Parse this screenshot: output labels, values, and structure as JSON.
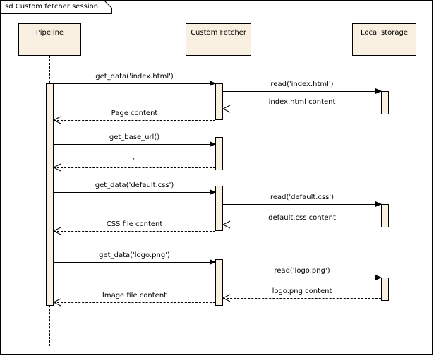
{
  "diagram": {
    "kind": "uml-sequence-diagram",
    "frame_title": "sd Custom fetcher session",
    "colors": {
      "box_fill": "#faf0e1",
      "line": "#000000",
      "background": "#ffffff"
    },
    "lifelines": [
      {
        "id": "pipeline",
        "label": "Pipeline"
      },
      {
        "id": "custom_fetcher",
        "label": "Custom Fetcher"
      },
      {
        "id": "local_storage",
        "label": "Local storage"
      }
    ],
    "messages": [
      {
        "id": "m1",
        "label": "get_data('index.html')",
        "from": "pipeline",
        "to": "custom_fetcher",
        "type": "call"
      },
      {
        "id": "m2",
        "label": "read('index.html')",
        "from": "custom_fetcher",
        "to": "local_storage",
        "type": "call"
      },
      {
        "id": "m3",
        "label": "index.html content",
        "from": "local_storage",
        "to": "custom_fetcher",
        "type": "return"
      },
      {
        "id": "m4",
        "label": "Page content",
        "from": "custom_fetcher",
        "to": "pipeline",
        "type": "return"
      },
      {
        "id": "m5",
        "label": "get_base_url()",
        "from": "pipeline",
        "to": "custom_fetcher",
        "type": "call"
      },
      {
        "id": "m6",
        "label": "\"",
        "from": "custom_fetcher",
        "to": "pipeline",
        "type": "return"
      },
      {
        "id": "m7",
        "label": "get_data('default.css')",
        "from": "pipeline",
        "to": "custom_fetcher",
        "type": "call"
      },
      {
        "id": "m8",
        "label": "read('default.css')",
        "from": "custom_fetcher",
        "to": "local_storage",
        "type": "call"
      },
      {
        "id": "m9",
        "label": "default.css content",
        "from": "local_storage",
        "to": "custom_fetcher",
        "type": "return"
      },
      {
        "id": "m10",
        "label": "CSS file content",
        "from": "custom_fetcher",
        "to": "pipeline",
        "type": "return"
      },
      {
        "id": "m11",
        "label": "get_data('logo.png')",
        "from": "pipeline",
        "to": "custom_fetcher",
        "type": "call"
      },
      {
        "id": "m12",
        "label": "read('logo.png')",
        "from": "custom_fetcher",
        "to": "local_storage",
        "type": "call"
      },
      {
        "id": "m13",
        "label": "logo.png content",
        "from": "local_storage",
        "to": "custom_fetcher",
        "type": "return"
      },
      {
        "id": "m14",
        "label": "Image file content",
        "from": "custom_fetcher",
        "to": "pipeline",
        "type": "return"
      }
    ]
  }
}
